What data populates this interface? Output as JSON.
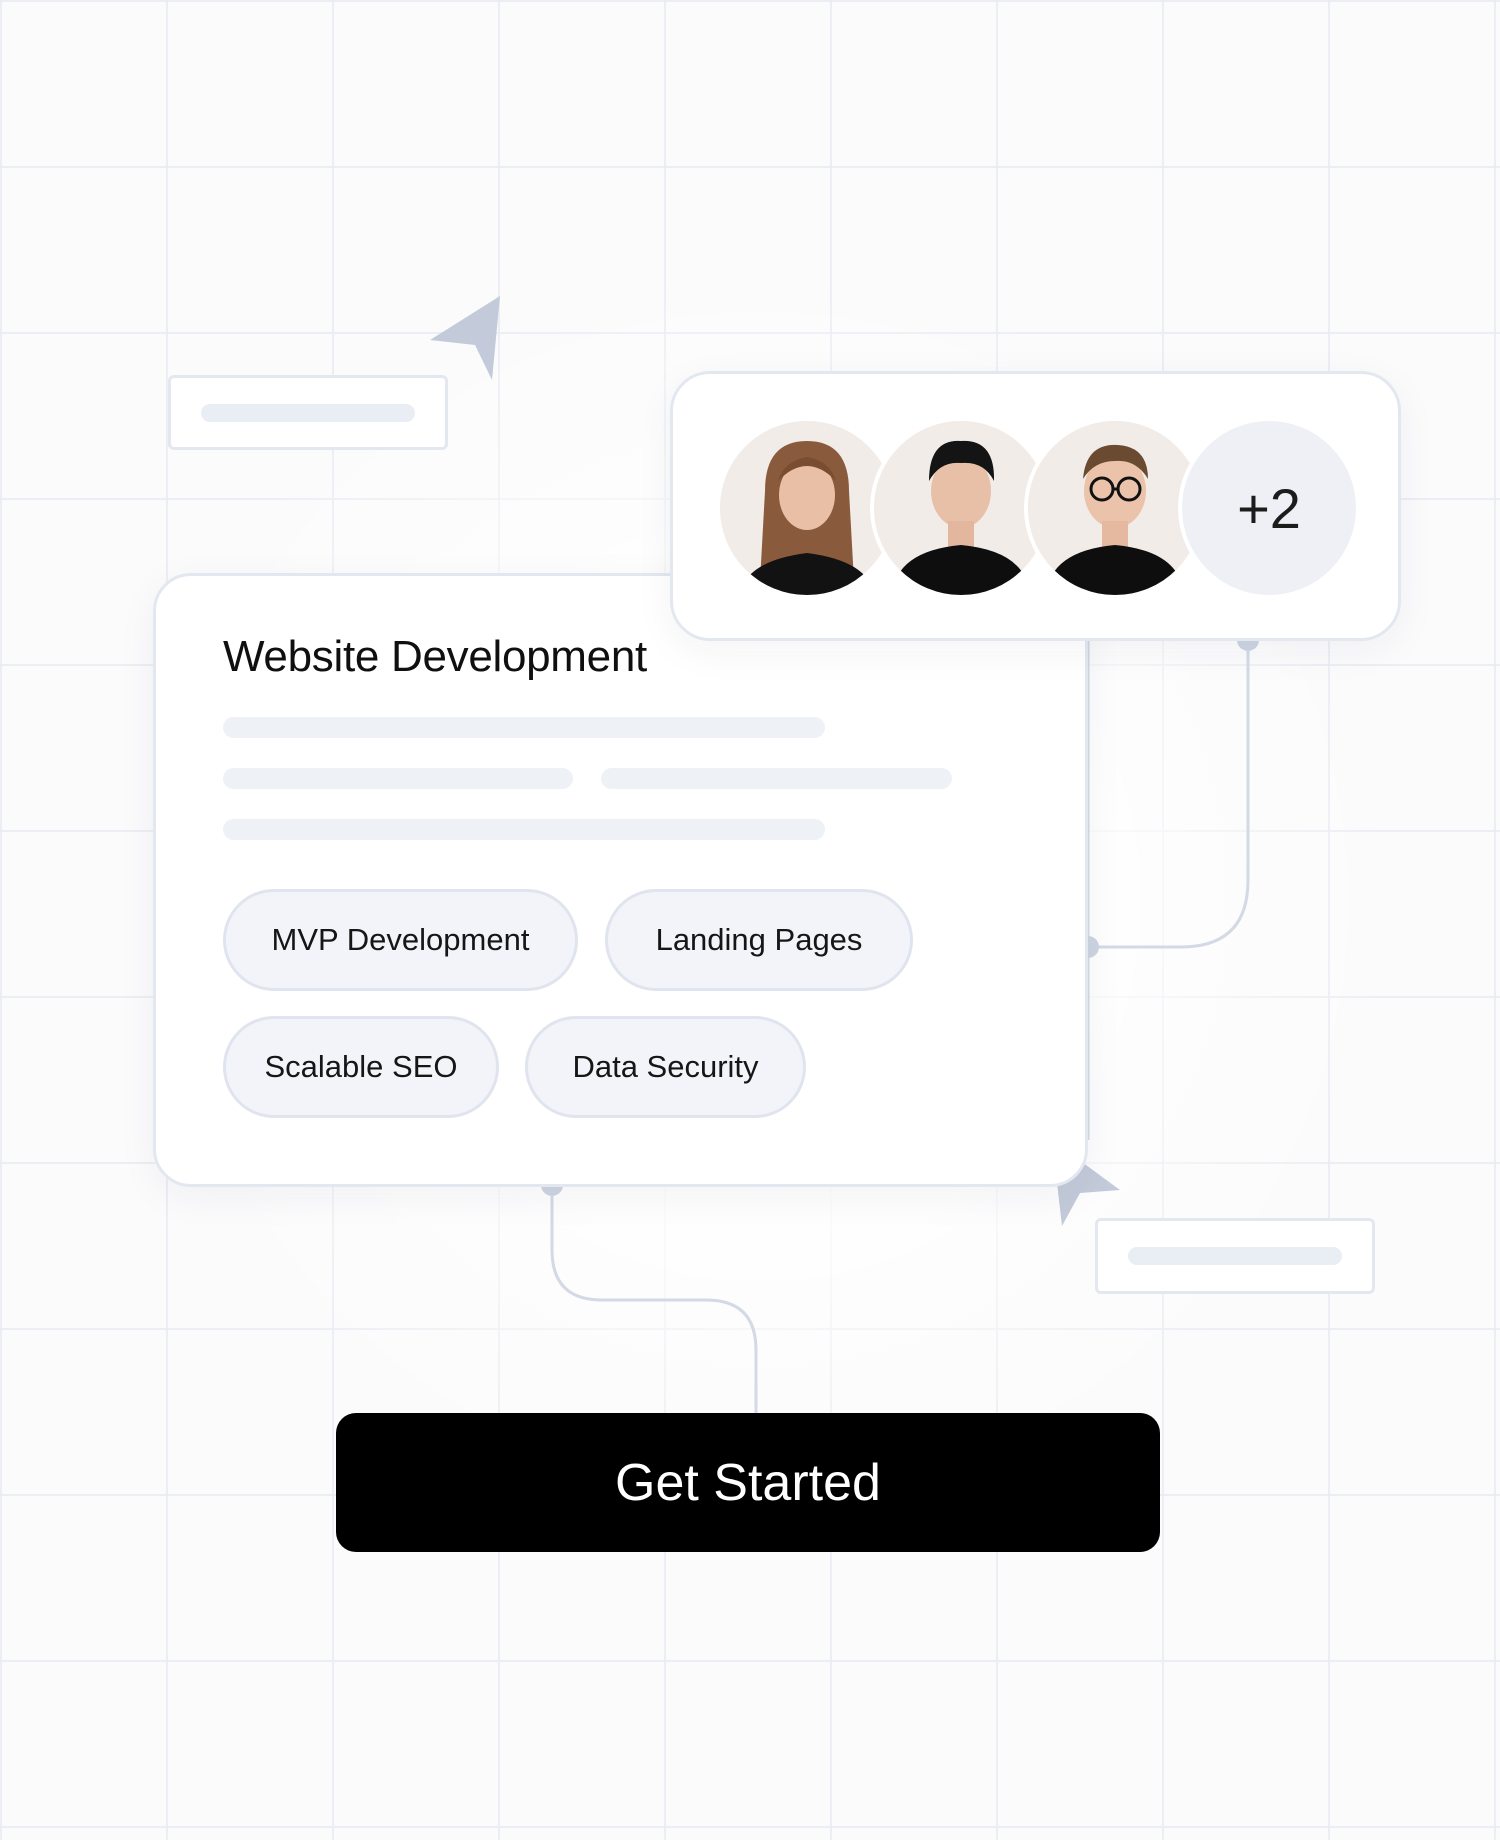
{
  "project_card": {
    "title": "Website Development",
    "tags": [
      "MVP Development",
      "Landing Pages",
      "Scalable SEO",
      "Data Security"
    ]
  },
  "team": {
    "members": [
      {
        "avatar": "woman-long-hair-avatar"
      },
      {
        "avatar": "man-dark-hair-avatar"
      },
      {
        "avatar": "man-glasses-avatar"
      }
    ],
    "more_count": "+2"
  },
  "cta": {
    "label": "Get Started"
  },
  "colors": {
    "cta_background": "#000000",
    "tag_background": "#f2f4f9",
    "connector": "#c9d0de",
    "cursor": "#c3cad9"
  },
  "icons": [
    "cursor-arrow-icon",
    "cursor-arrow-icon"
  ]
}
